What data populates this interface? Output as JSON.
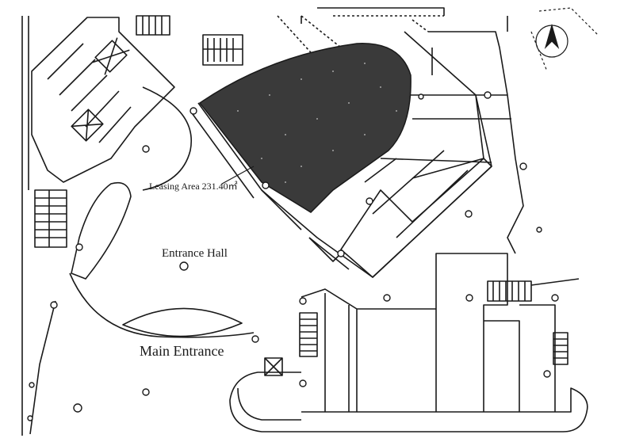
{
  "labels": {
    "leasing_area": "Leasing Area 231.40㎡",
    "entrance_hall": "Entrance Hall",
    "main_entrance": "Main Entrance"
  },
  "colors": {
    "line": "#1a1a1a",
    "leasing_fill": "#3a3a3a",
    "paper": "#ffffff"
  },
  "icons": {
    "north_arrow": "compass-north-icon"
  }
}
